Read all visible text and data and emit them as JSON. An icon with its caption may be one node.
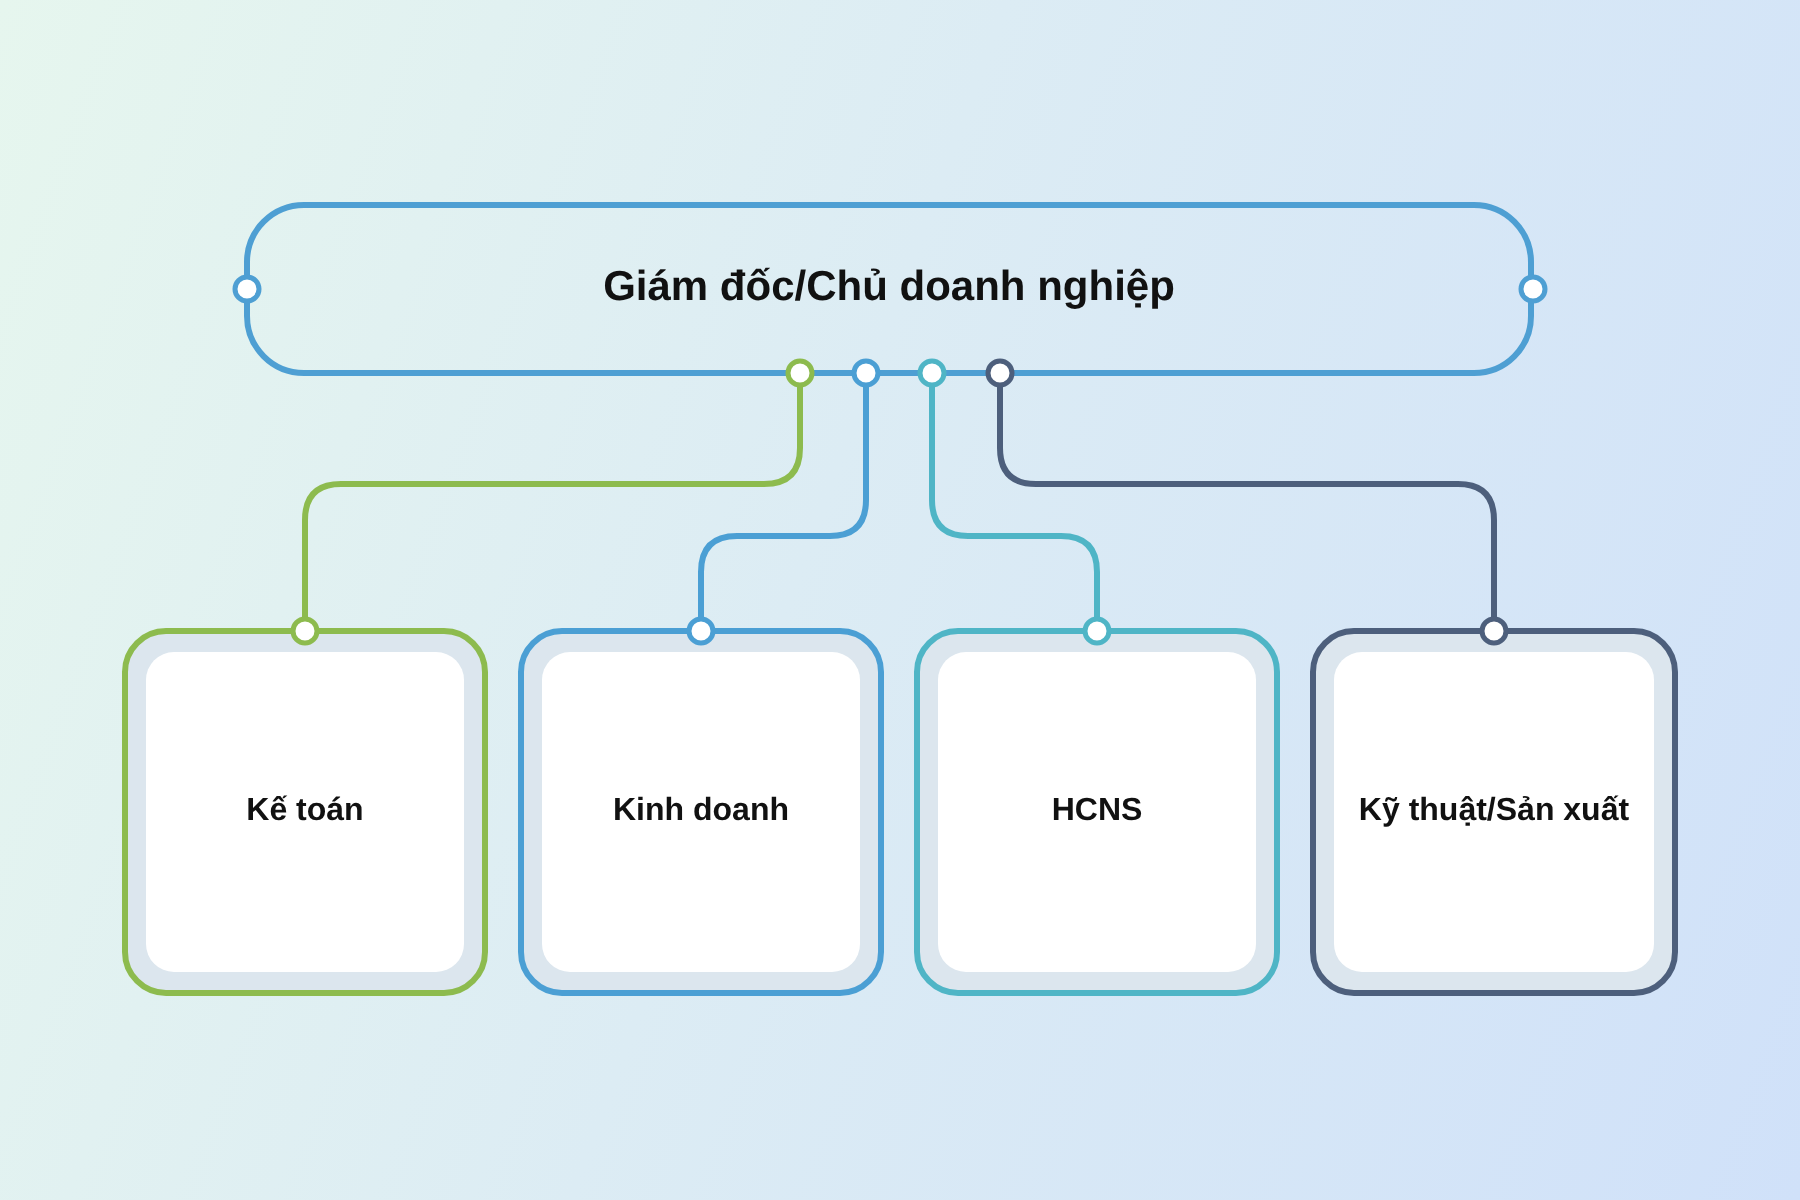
{
  "diagram": {
    "nodes": [
      {
        "text": [
          "Giám đốc/Chủ doanh nghiệp"
        ]
      },
      {
        "text": [
          "Kế toán"
        ]
      },
      {
        "text": [
          "Kinh doanh"
        ]
      },
      {
        "text": [
          "HCNS"
        ]
      },
      {
        "text": [
          "Kỹ thuật/Sản xuất"
        ]
      }
    ],
    "edges": [
      {
        "from": 0,
        "to": 1,
        "arrow": "other",
        "color": "#8dbb4e"
      },
      {
        "from": 0,
        "to": 2,
        "arrow": "other",
        "color": "#4b9fd4"
      },
      {
        "from": 0,
        "to": 3,
        "arrow": "other",
        "color": "#4fb5c6"
      },
      {
        "from": 0,
        "to": 4,
        "arrow": "other",
        "color": "#4d5f7c"
      }
    ]
  }
}
